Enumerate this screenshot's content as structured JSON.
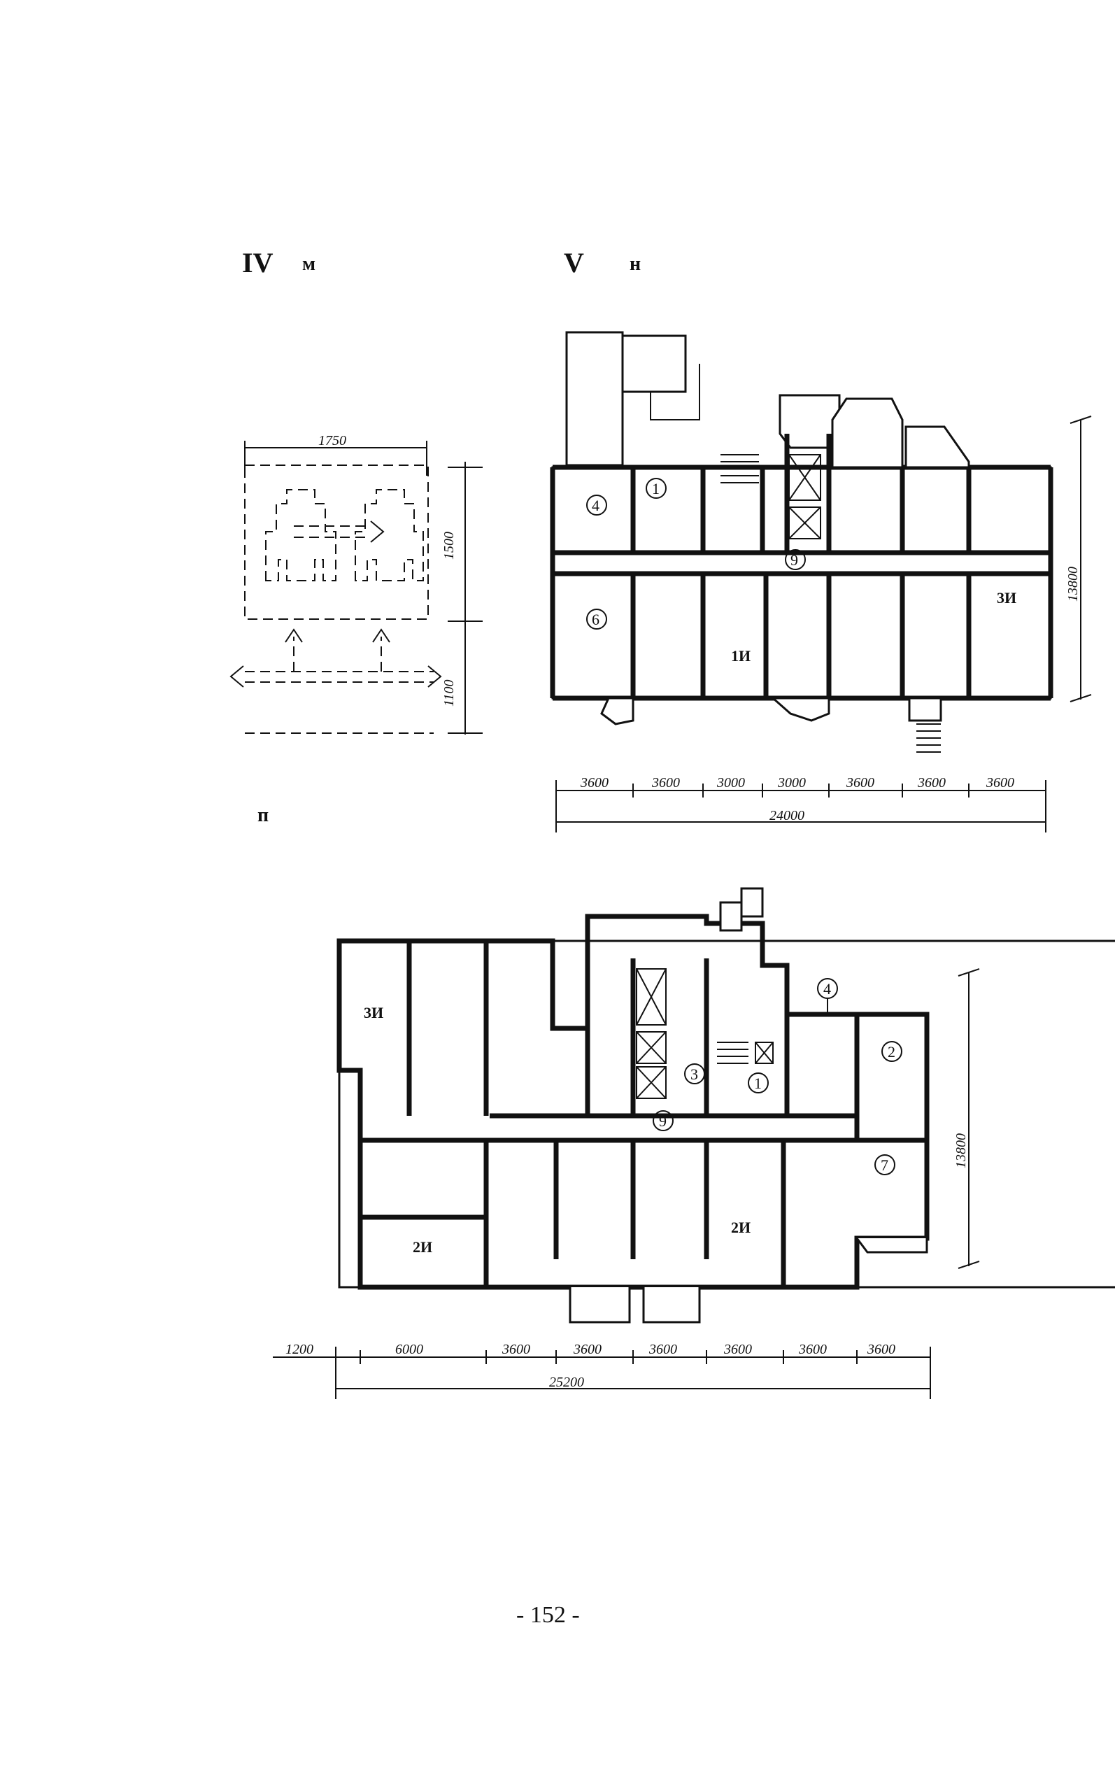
{
  "headings": {
    "section_iv": "IV",
    "section_iv_letter": "м",
    "section_v": "V",
    "section_v_letter": "н",
    "section_p_letter": "п"
  },
  "scheme_m": {
    "width_dim": "1750",
    "height_dim": "1500",
    "lower_dim": "1100"
  },
  "plan_n": {
    "rooms": {
      "r1": "1",
      "r4": "4",
      "r6": "6",
      "r9": "9",
      "apt_1i": "1И",
      "apt_3i": "3И"
    },
    "dims": {
      "segments": [
        "3600",
        "3600",
        "3000",
        "3000",
        "3600",
        "3600",
        "3600"
      ],
      "total": "24000",
      "depth": "13800"
    }
  },
  "plan_p": {
    "rooms": {
      "r1": "1",
      "r2": "2",
      "r3": "3",
      "r4": "4",
      "r7": "7",
      "r9": "9",
      "apt_3i": "3И",
      "apt_2i_left": "2И",
      "apt_2i_right": "2И"
    },
    "dims": {
      "left": "1200",
      "segments": [
        "6000",
        "3600",
        "3600",
        "3600",
        "3600",
        "3600",
        "3600"
      ],
      "total": "25200",
      "depth": "13800"
    }
  },
  "page_number": "- 152 -"
}
